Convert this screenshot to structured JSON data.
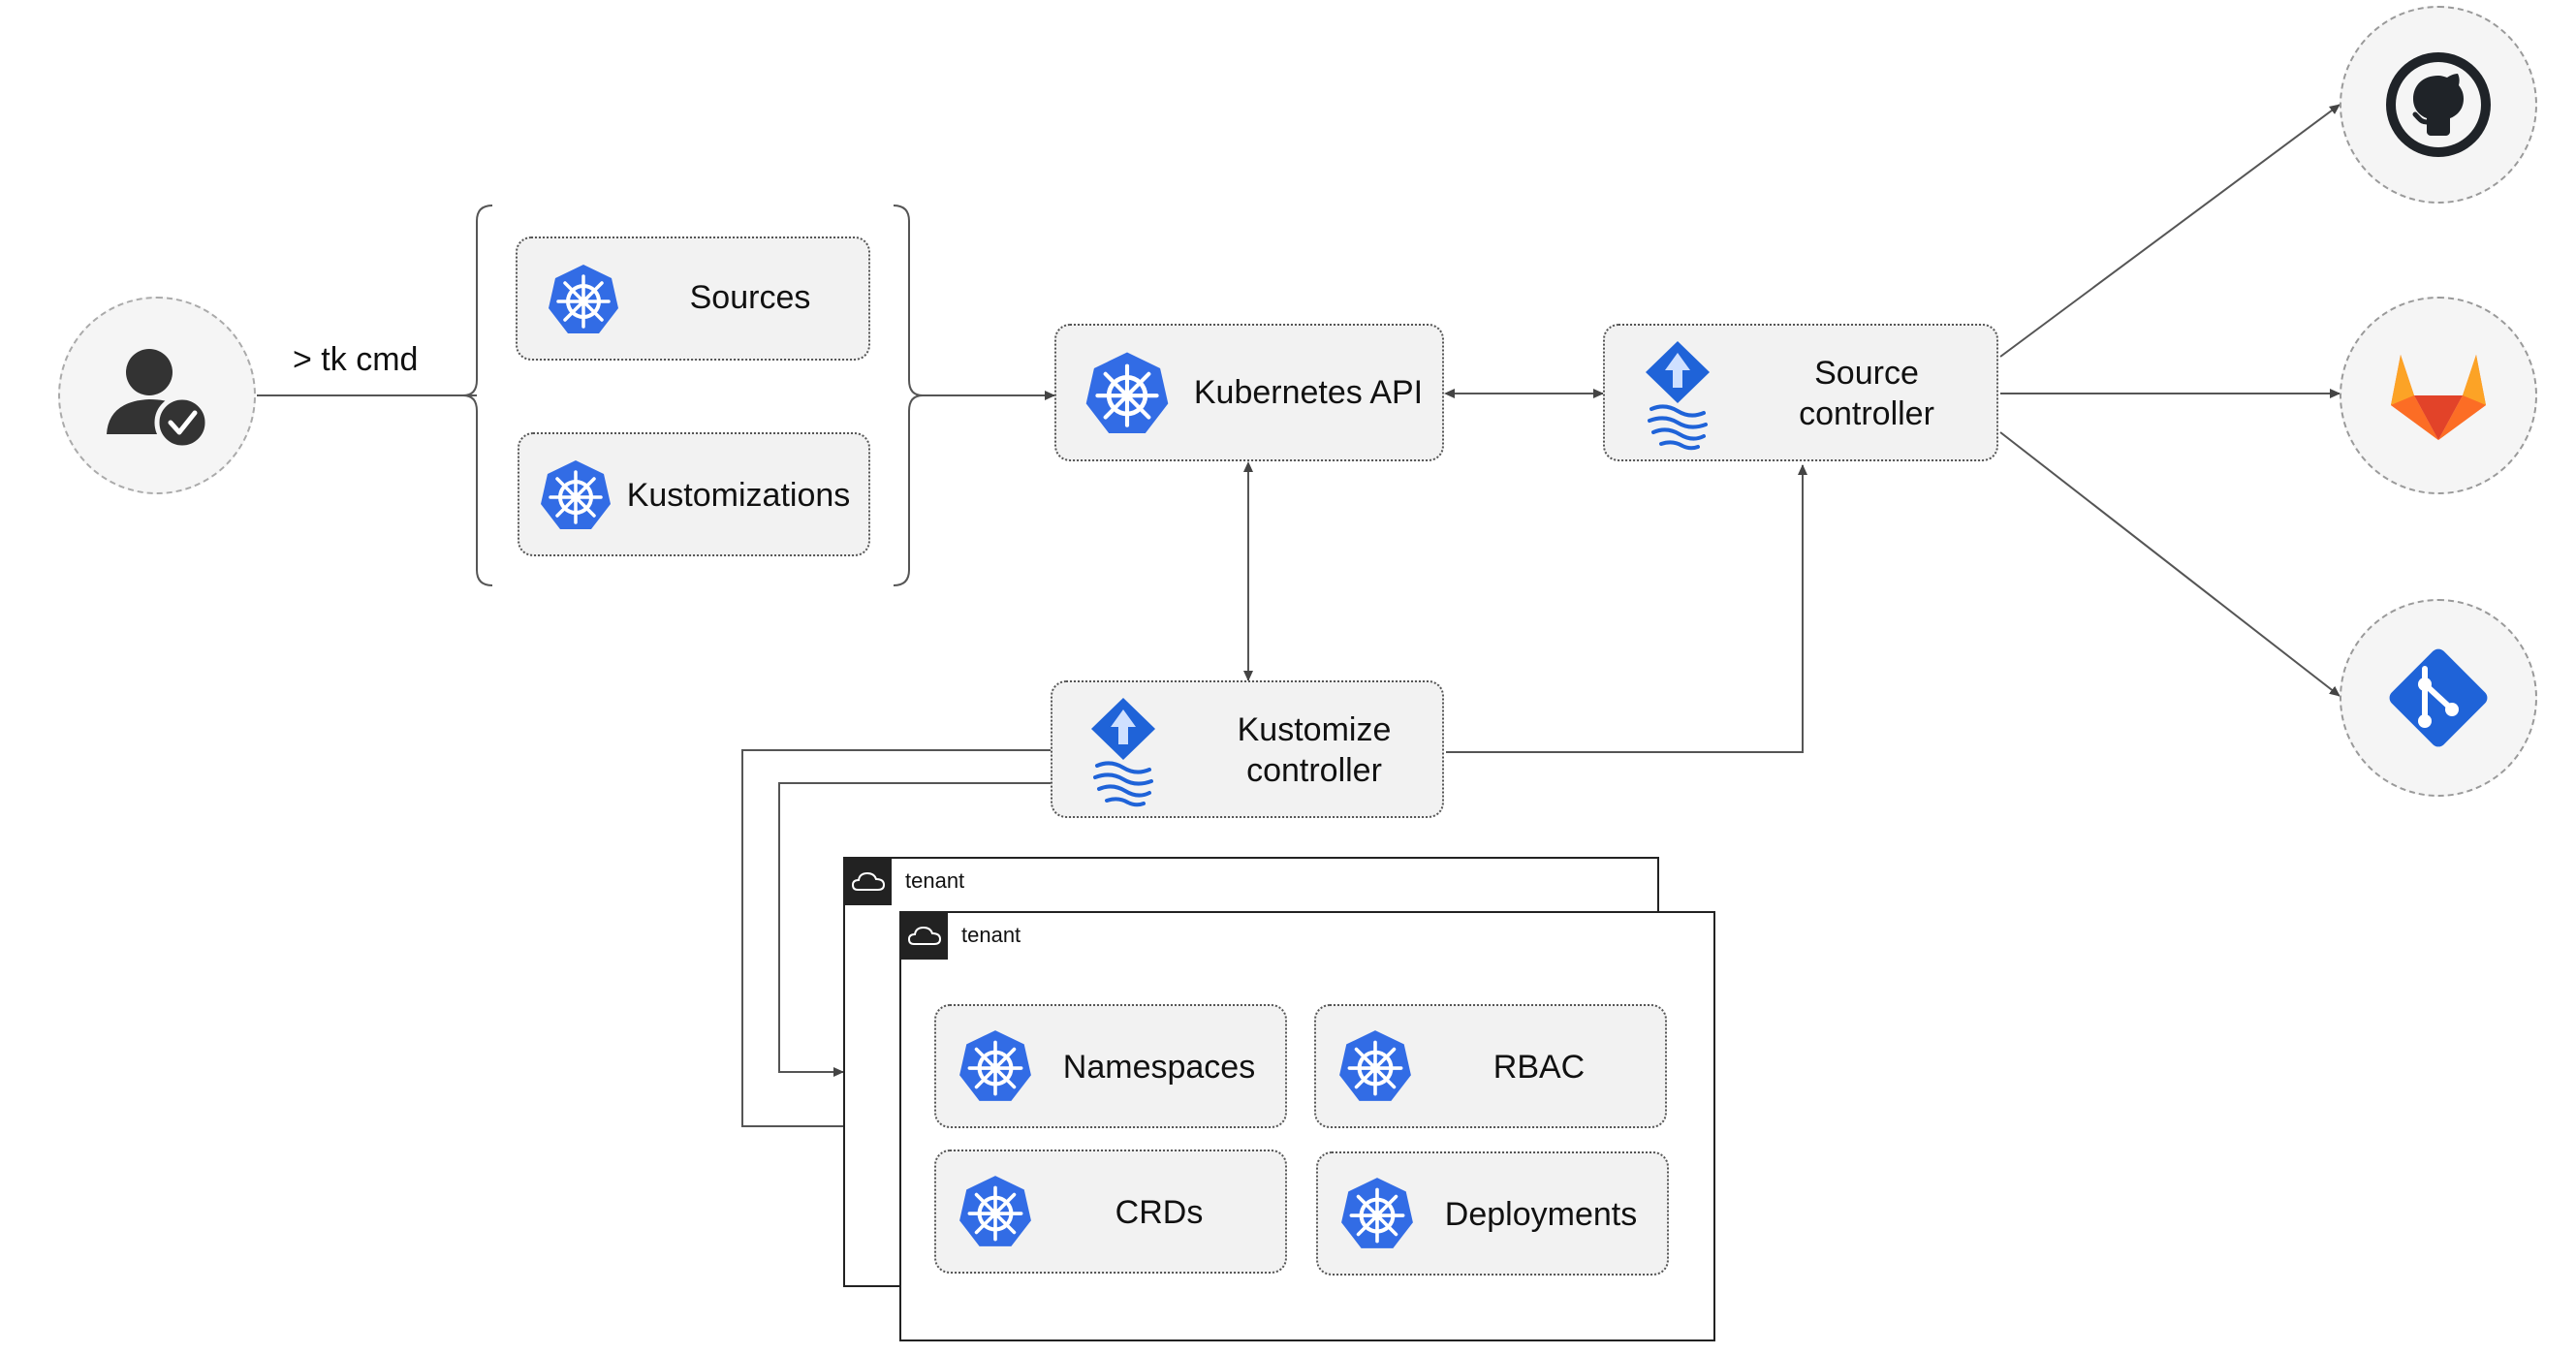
{
  "user": {
    "command": "> tk cmd",
    "icon": "user-check-icon"
  },
  "resources": {
    "sources": "Sources",
    "kustomizations": "Kustomizations"
  },
  "api": {
    "label": "Kubernetes API"
  },
  "source_controller": {
    "line1": "Source",
    "line2": "controller"
  },
  "kustomize_controller": {
    "line1": "Kustomize",
    "line2": "controller"
  },
  "tenants": {
    "back_label": "tenant",
    "front_label": "tenant"
  },
  "tenant_resources": {
    "namespaces": "Namespaces",
    "rbac": "RBAC",
    "crds": "CRDs",
    "deployments": "Deployments"
  },
  "providers": {
    "github": "github-icon",
    "gitlab": "gitlab-icon",
    "git": "git-icon"
  },
  "colors": {
    "k8s_blue": "#326ce5",
    "git_blue": "#1f63d8",
    "gitlab_orange": "#fc6d26",
    "box_fill": "#f2f2f2"
  }
}
